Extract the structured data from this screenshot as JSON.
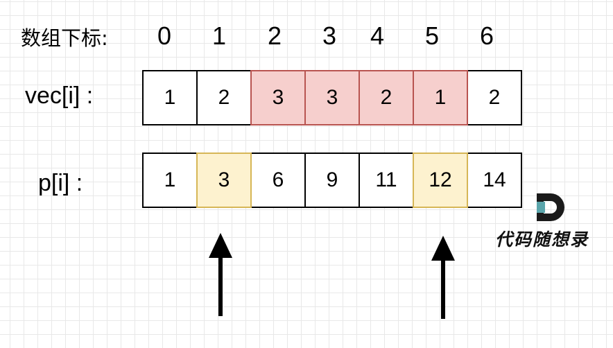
{
  "labels": {
    "index": "数组下标:",
    "vec": "vec[i] :",
    "prefix": "p[i] :"
  },
  "indices": [
    "0",
    "1",
    "2",
    "3",
    "4",
    "5",
    "6"
  ],
  "vec": {
    "values": [
      "1",
      "2",
      "3",
      "3",
      "2",
      "1",
      "2"
    ],
    "highlight": [
      false,
      false,
      true,
      true,
      true,
      true,
      false
    ]
  },
  "prefix": {
    "values": [
      "1",
      "3",
      "6",
      "9",
      "11",
      "12",
      "14"
    ],
    "highlight": [
      false,
      true,
      false,
      false,
      false,
      true,
      false
    ]
  },
  "arrows": {
    "pointed_indices": [
      1,
      5
    ]
  },
  "colors": {
    "red_fill": "#f6cfcd",
    "red_border": "#b85450",
    "yellow_fill": "#fdf2cf",
    "yellow_border": "#d6b656",
    "logo_accent": "#5aa5ab"
  },
  "logo": {
    "text": "代码随想录"
  }
}
